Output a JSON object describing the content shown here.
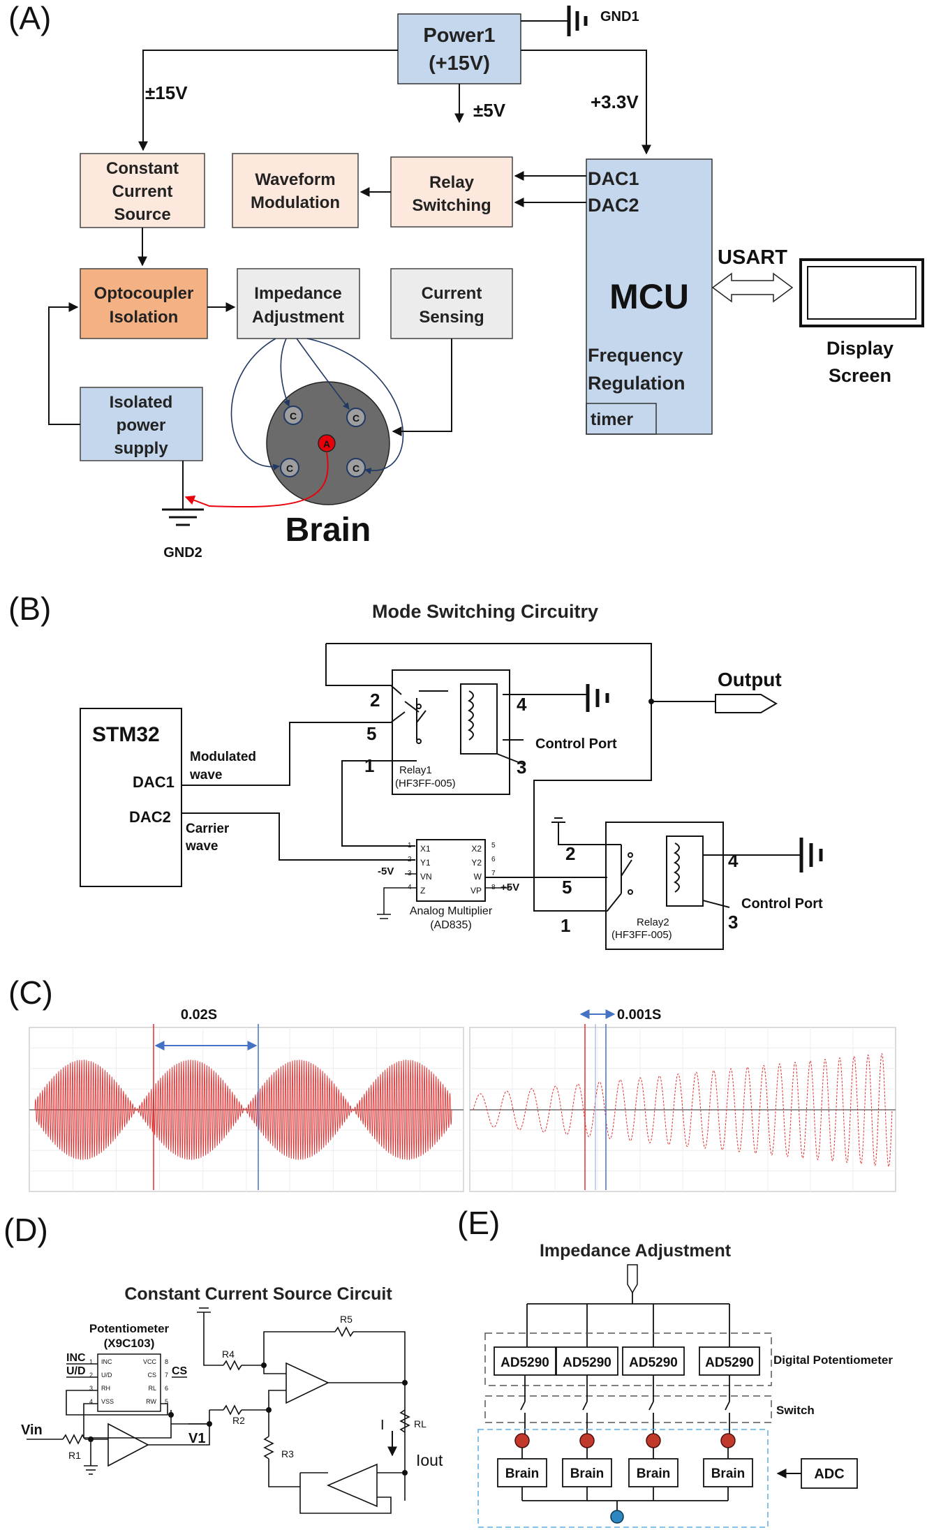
{
  "colors": {
    "blue_block": "#c4d7ec",
    "peach_block": "#fce8dc",
    "orange_block": "#f4b183",
    "grey_block": "#ececec",
    "brain_disc": "#6b6b6b",
    "anode": "#e8000b",
    "waveform": "#e03030",
    "marker_blue": "#4472c4",
    "e_node": "#c0392b",
    "e_common": "#2e86c1"
  },
  "panelA": {
    "label": "(A)",
    "power_line1": "Power1",
    "power_line2": "(+15V)",
    "gnd1": "GND1",
    "gnd2": "GND2",
    "v15": "±15V",
    "v5": "±5V",
    "v33": "+3.3V",
    "ccs": [
      "Constant",
      "Current",
      "Source"
    ],
    "waveform": [
      "Waveform",
      "Modulation"
    ],
    "relay": [
      "Relay",
      "Switching"
    ],
    "opto": [
      "Optocoupler",
      "Isolation"
    ],
    "impedance": [
      "Impedance",
      "Adjustment"
    ],
    "sensing": [
      "Current",
      "Sensing"
    ],
    "isolated": [
      "Isolated",
      "power",
      "supply"
    ],
    "mcu": "MCU",
    "dac1": "DAC1",
    "dac2": "DAC2",
    "freq": [
      "Frequency",
      "Regulation"
    ],
    "timer": "timer",
    "usart": "USART",
    "display": [
      "Display",
      "Screen"
    ],
    "electrode_c": "C",
    "electrode_a": "A",
    "brain": "Brain"
  },
  "panelB": {
    "label": "(B)",
    "title": "Mode Switching Circuitry",
    "stm32": "STM32",
    "dac1": "DAC1",
    "dac2": "DAC2",
    "modulated": [
      "Modulated",
      "wave"
    ],
    "carrier": [
      "Carrier",
      "wave"
    ],
    "output": "Output",
    "control_port": "Control Port",
    "relay1": [
      "Relay1",
      "(HF3FF-005)"
    ],
    "relay2": [
      "Relay2",
      "(HF3FF-005)"
    ],
    "pin2": "2",
    "pin5": "5",
    "pin1": "1",
    "pin4": "4",
    "pin3": "3",
    "mult_left": [
      "X1",
      "Y1",
      "VN",
      "Z"
    ],
    "mult_right": [
      "X2",
      "Y2",
      "W",
      "VP"
    ],
    "mult_left_num": [
      "1",
      "2",
      "3",
      "4"
    ],
    "mult_right_num": [
      "5",
      "6",
      "7",
      "8"
    ],
    "neg5v": "-5V",
    "pos5v": "+5V",
    "mult_name": [
      "Analog Multiplier",
      "(AD835)"
    ]
  },
  "panelC": {
    "label": "(C)",
    "left_interval": "0.02S",
    "right_interval": "0.001S"
  },
  "panelD": {
    "label": "(D)",
    "title": "Constant Current Source Circuit",
    "pot": [
      "Potentiometer",
      "(X9C103)"
    ],
    "pot_left": [
      "INC",
      "U/D",
      "RH",
      "VSS"
    ],
    "pot_right": [
      "VCC",
      "CS",
      "RL",
      "RW"
    ],
    "pot_left_num": [
      "1",
      "2",
      "3",
      "4"
    ],
    "pot_right_num": [
      "8",
      "7",
      "6",
      "5"
    ],
    "inc": "INC",
    "ud": "U/D",
    "cs": "CS",
    "vin": "Vin",
    "r1": "R1",
    "r2": "R2",
    "r3": "R3",
    "r4": "R4",
    "r5": "R5",
    "rl": "RL",
    "v1": "V1",
    "i": "I",
    "iout": "Iout"
  },
  "panelE": {
    "label": "(E)",
    "title": "Impedance Adjustment",
    "chips": [
      "AD5290",
      "AD5290",
      "AD5290",
      "AD5290"
    ],
    "digital_pot": "Digital Potentiometer",
    "switch": "Switch",
    "brains": [
      "Brain",
      "Brain",
      "Brain",
      "Brain"
    ],
    "adc": "ADC"
  }
}
